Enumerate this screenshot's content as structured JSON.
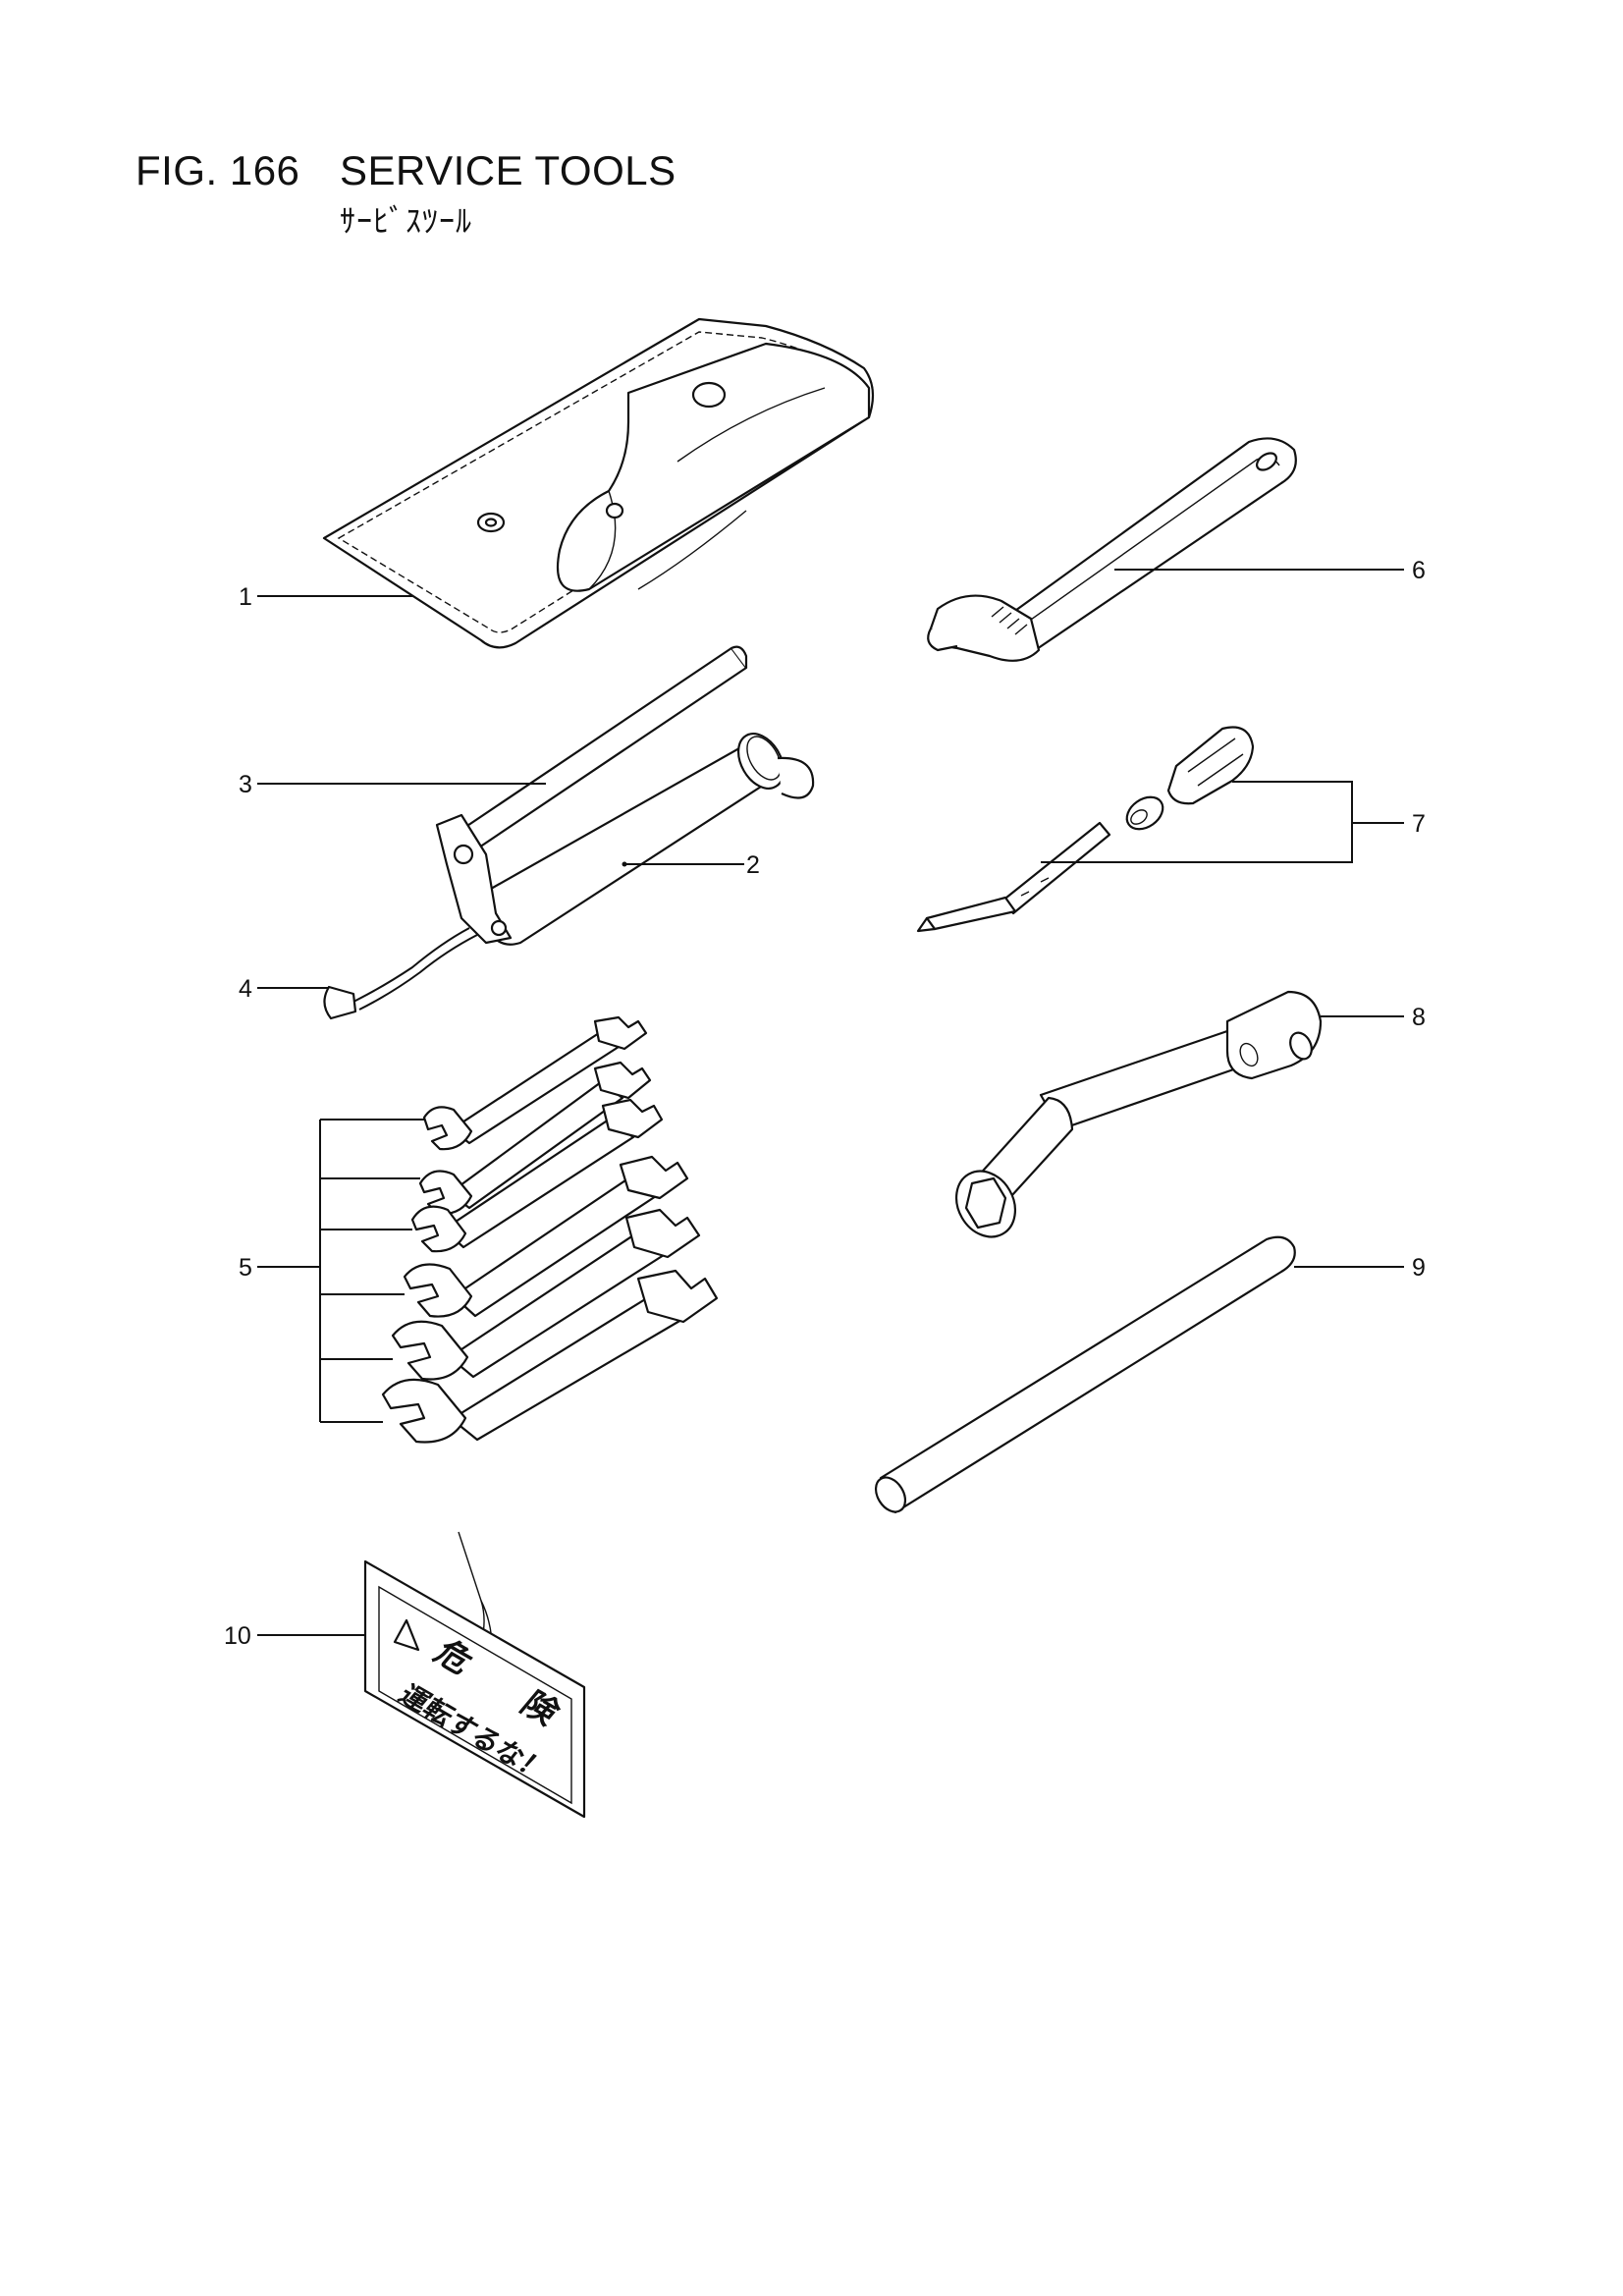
{
  "figure": {
    "number": "FIG. 166",
    "title": "SERVICE TOOLS",
    "subtitle": "ｻｰﾋﾞｽﾂｰﾙ"
  },
  "callouts": [
    "1",
    "2",
    "3",
    "4",
    "5",
    "6",
    "7",
    "8",
    "9",
    "10"
  ],
  "warning_tag": {
    "line1_left": "危",
    "line1_right": "険",
    "line2": "運転するな！"
  }
}
